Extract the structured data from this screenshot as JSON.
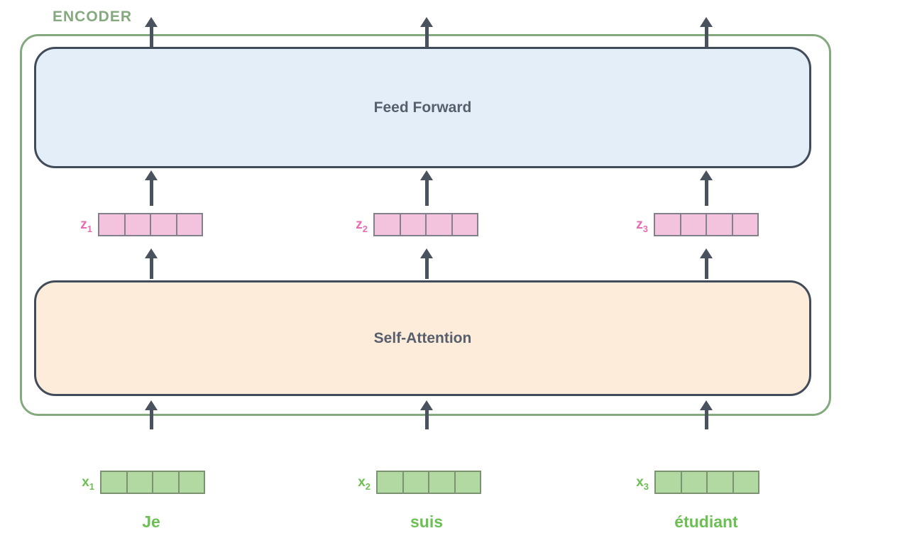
{
  "diagram": {
    "encoder_label": "ENCODER",
    "blocks": {
      "feed_forward": "Feed Forward",
      "self_attention": "Self-Attention"
    },
    "columns": [
      {
        "word": "Je",
        "output_vector": {
          "base": "z",
          "sub": "1"
        },
        "input_vector": {
          "base": "x",
          "sub": "1"
        }
      },
      {
        "word": "suis",
        "output_vector": {
          "base": "z",
          "sub": "2"
        },
        "input_vector": {
          "base": "x",
          "sub": "2"
        }
      },
      {
        "word": "étudiant",
        "output_vector": {
          "base": "z",
          "sub": "3"
        },
        "input_vector": {
          "base": "x",
          "sub": "3"
        }
      }
    ],
    "vector_cell_count": 4,
    "colors": {
      "encoder_outline_green": "#85a97e",
      "word_green": "#6cbf53",
      "input_cell_fill": "#b3d9a3",
      "input_cell_border": "#7b9370",
      "output_cell_fill": "#f3c3dd",
      "output_cell_border": "#82808a",
      "output_label_pink": "#e96cb0",
      "feed_forward_fill": "#e4eef9",
      "self_attention_fill": "#fcecd9",
      "block_border_dark": "#414b59",
      "arrow_dark": "#4a5260",
      "block_text": "#575f6d"
    }
  }
}
